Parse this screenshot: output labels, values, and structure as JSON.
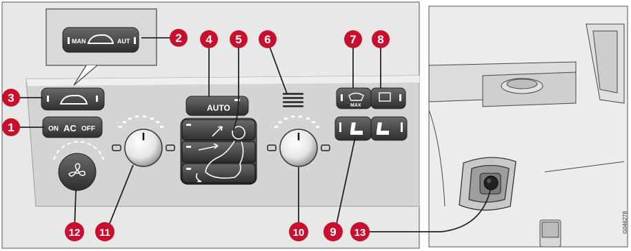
{
  "panel_labels": {
    "man": "MAN",
    "aut": "AUT",
    "on": "ON",
    "ac": "AC",
    "off": "OFF",
    "auto": "AUTO",
    "max": "MAX"
  },
  "callouts": [
    "1",
    "2",
    "3",
    "4",
    "5",
    "6",
    "7",
    "8",
    "9",
    "10",
    "11",
    "12",
    "13"
  ],
  "image_code": "G046278",
  "colors": {
    "callout_red": "#c8102e",
    "panel_gray": "#d6d6d6",
    "button_dark": "#4a4a4a",
    "background_gray": "#e6e6e6"
  }
}
